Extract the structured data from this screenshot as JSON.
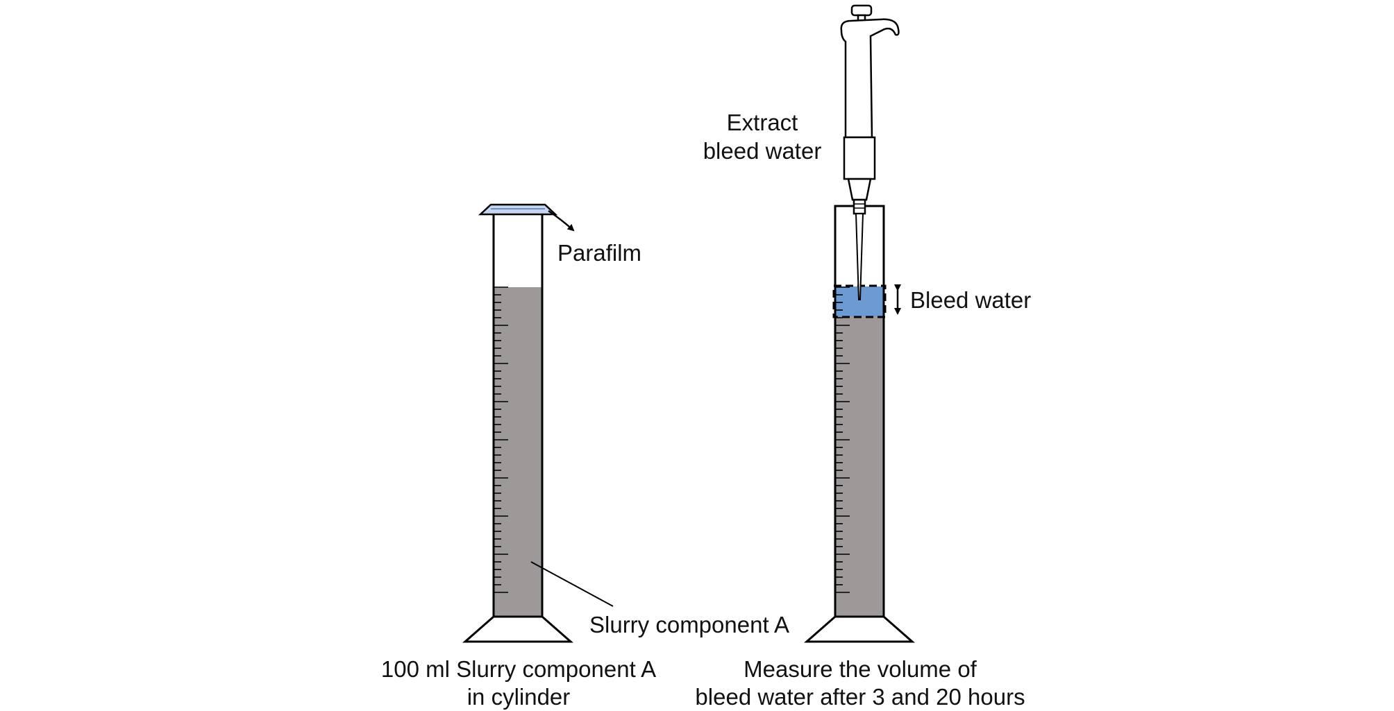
{
  "left_setup": {
    "parafilm_label": "Parafilm",
    "slurry_label": "Slurry component A",
    "caption_line1": "100 ml Slurry component A",
    "caption_line2": "in cylinder"
  },
  "right_setup": {
    "pipette_label_line1": "Extract",
    "pipette_label_line2": "bleed water",
    "bleed_label": "Bleed water",
    "caption_line1": "Measure the volume of",
    "caption_line2": "bleed water after 3 and 20 hours"
  },
  "colors": {
    "slurry": "#9d9999",
    "bleed_water": "#6b9bd2",
    "parafilm": "#c5d6ee",
    "outline": "#000000"
  }
}
